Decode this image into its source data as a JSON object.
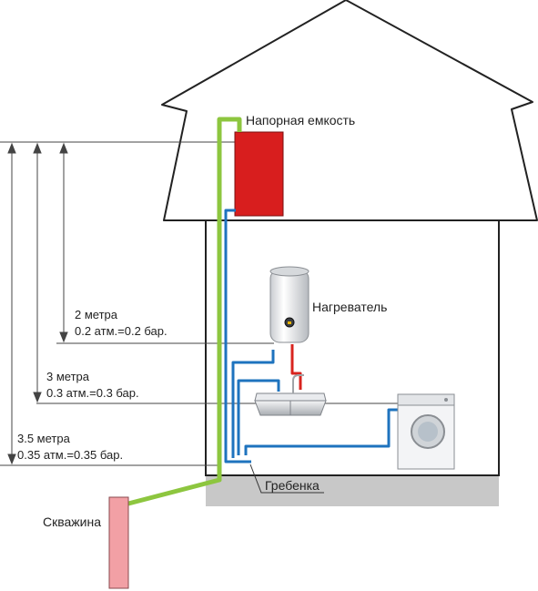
{
  "labels": {
    "pressure_tank": "Напорная емкость",
    "heater": "Нагреватель",
    "manifold": "Гребенка",
    "well": "Скважина"
  },
  "heights": [
    {
      "height": "2 метра",
      "pressure": "0.2 атм.=0.2 бар."
    },
    {
      "height": "3 метра",
      "pressure": "0.3 атм.=0.3 бар."
    },
    {
      "height": "3.5 метра",
      "pressure": "0.35 атм.=0.35 бар."
    }
  ],
  "colors": {
    "supply_pipe": "#8dc63f",
    "cold_pipe": "#1e73be",
    "hot_pipe": "#d8241f",
    "tank": "#d81e1e",
    "well": "#f2a0a5",
    "ground": "#c8c8c8",
    "outline": "#222222"
  }
}
